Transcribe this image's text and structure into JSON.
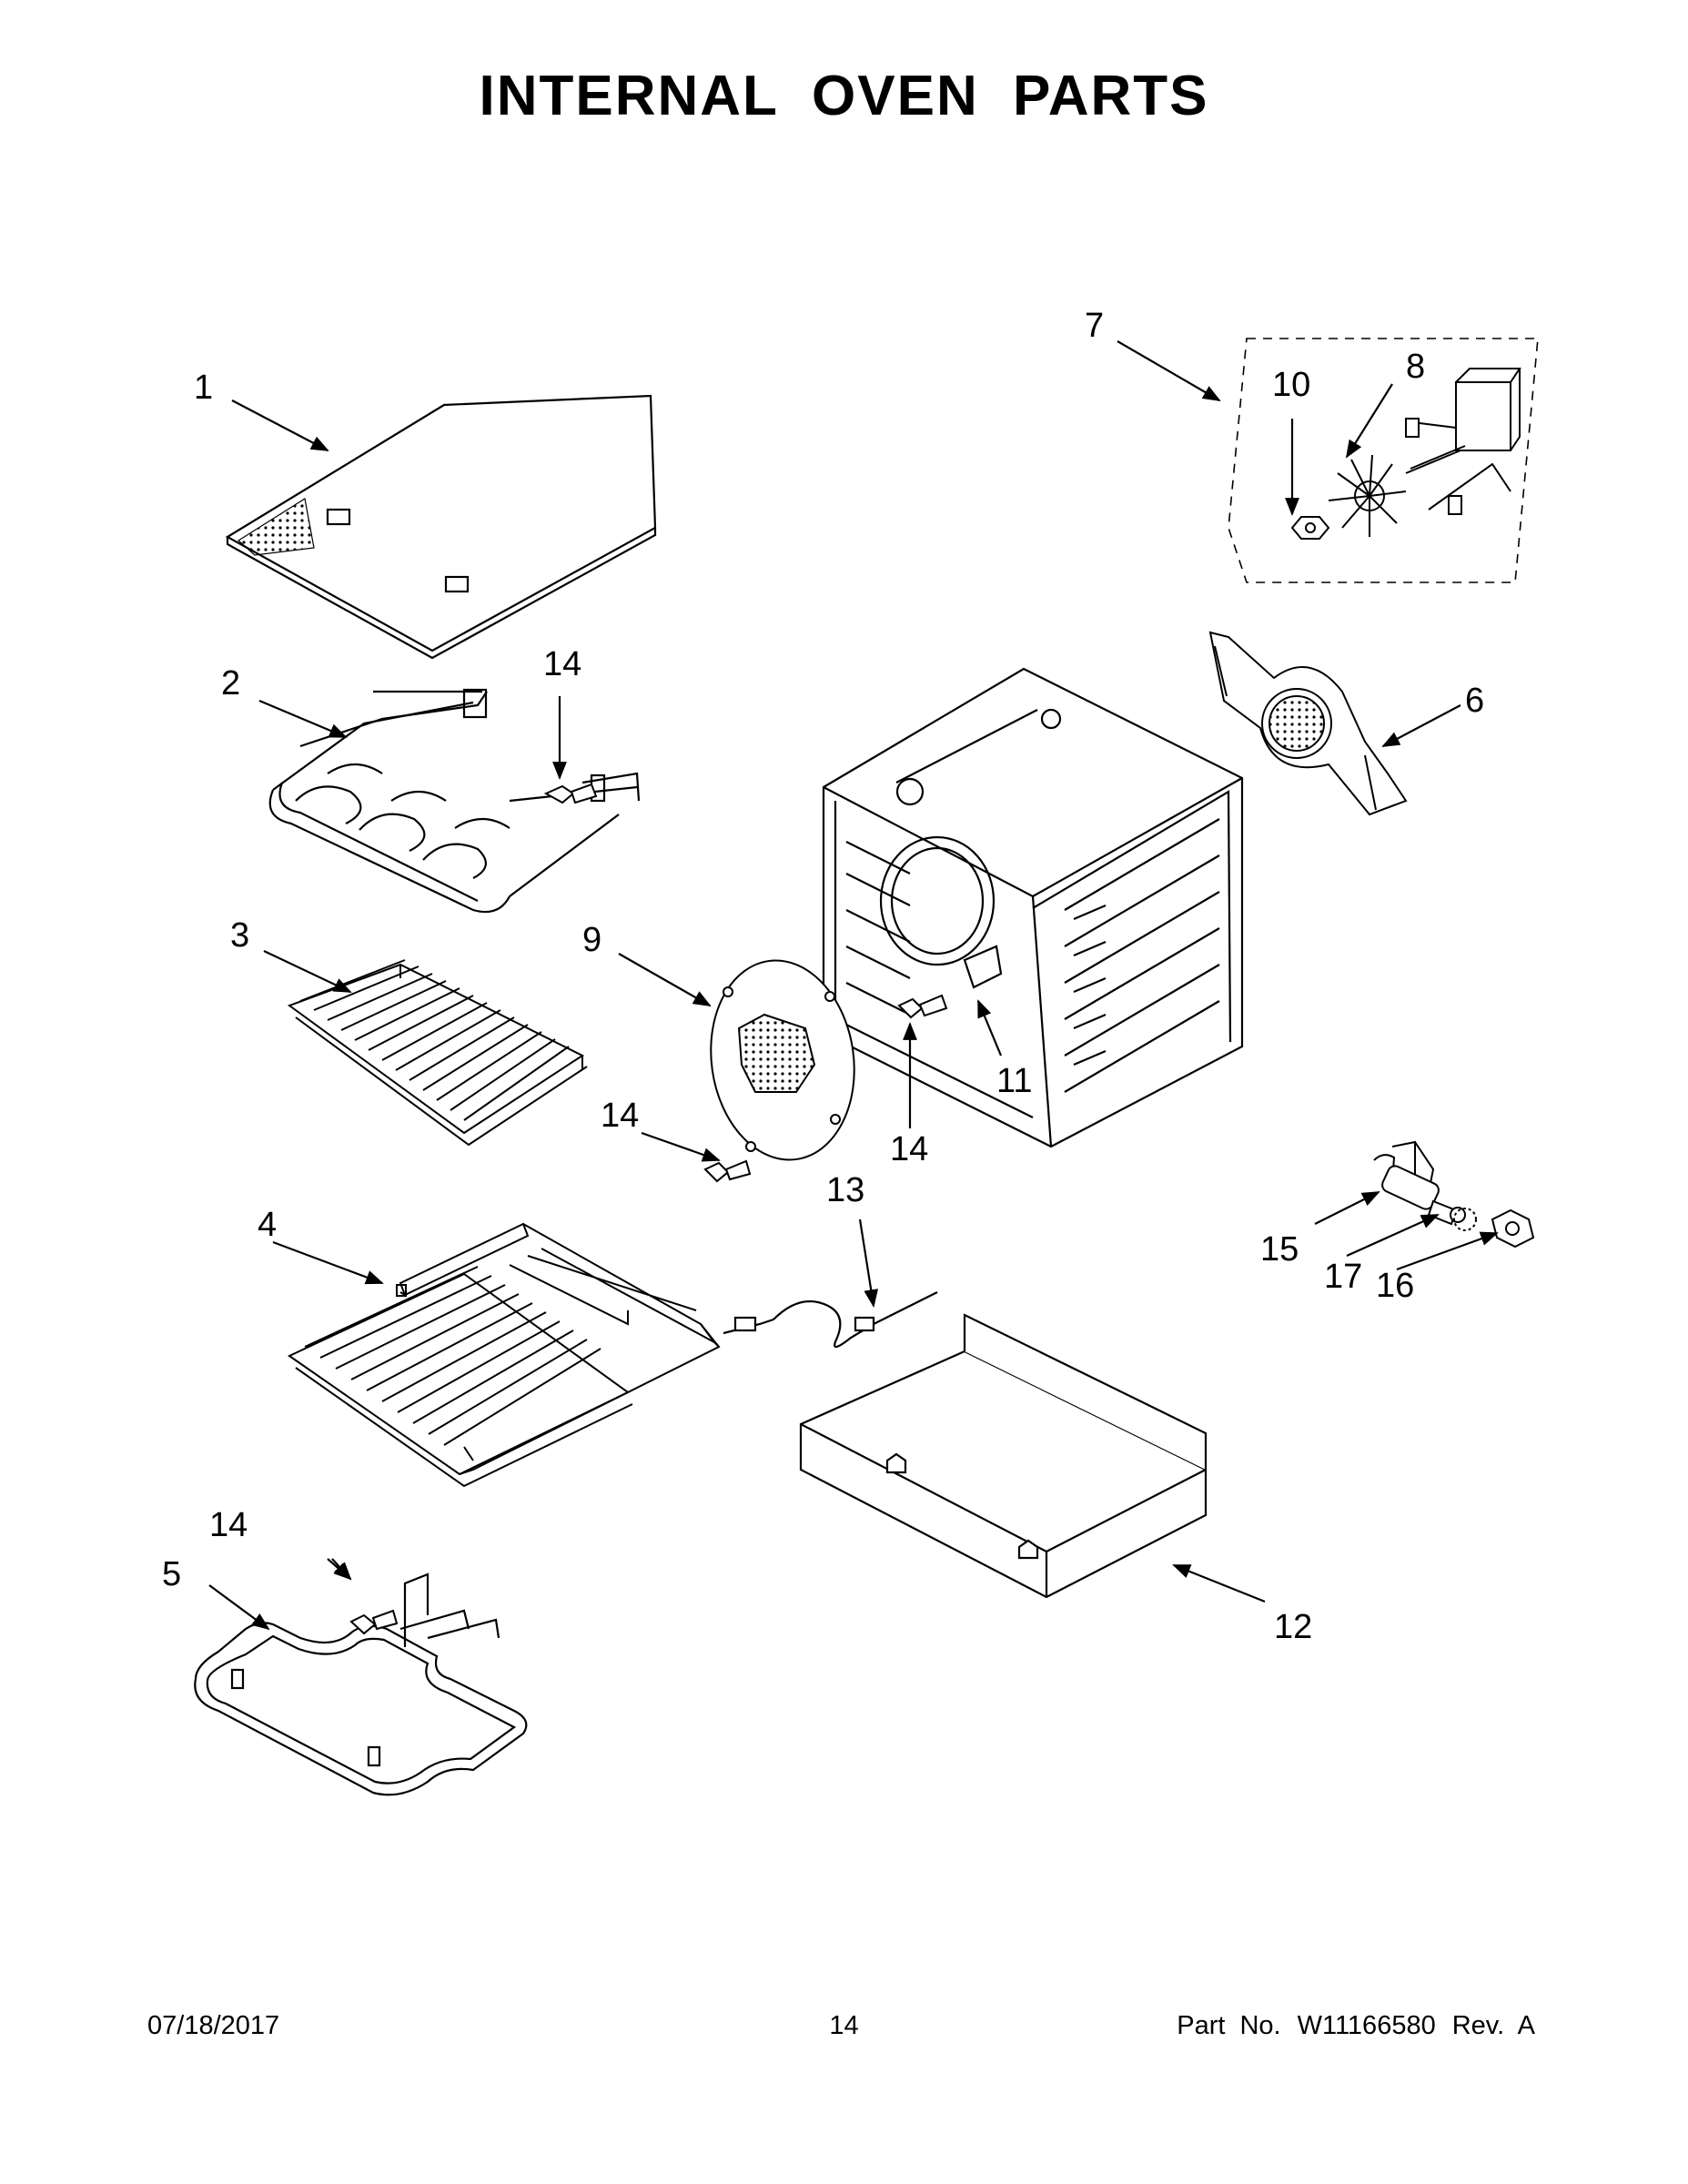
{
  "page": {
    "title": "INTERNAL OVEN PARTS"
  },
  "callouts": [
    {
      "id": "c1",
      "label": "1"
    },
    {
      "id": "c2",
      "label": "2"
    },
    {
      "id": "c3",
      "label": "3"
    },
    {
      "id": "c4",
      "label": "4"
    },
    {
      "id": "c5",
      "label": "5"
    },
    {
      "id": "c6",
      "label": "6"
    },
    {
      "id": "c7",
      "label": "7"
    },
    {
      "id": "c8",
      "label": "8"
    },
    {
      "id": "c9",
      "label": "9"
    },
    {
      "id": "c10",
      "label": "10"
    },
    {
      "id": "c11",
      "label": "11"
    },
    {
      "id": "c12",
      "label": "12"
    },
    {
      "id": "c13",
      "label": "13"
    },
    {
      "id": "c14a",
      "label": "14"
    },
    {
      "id": "c14b",
      "label": "14"
    },
    {
      "id": "c14c",
      "label": "14"
    },
    {
      "id": "c14d",
      "label": "14"
    },
    {
      "id": "c15",
      "label": "15"
    },
    {
      "id": "c16",
      "label": "16"
    },
    {
      "id": "c17",
      "label": "17"
    }
  ],
  "footer": {
    "date": "07/18/2017",
    "page_number": "14",
    "part_no_label": "Part No.",
    "part_no": "W11166580",
    "rev": "Rev. A"
  }
}
